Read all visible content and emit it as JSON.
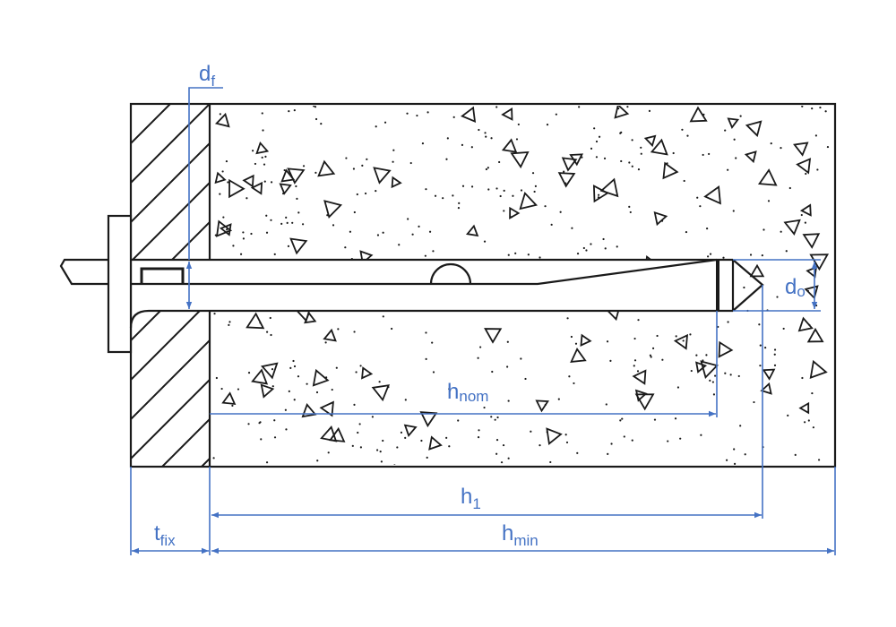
{
  "title": "Anchor installation diagram",
  "colors": {
    "dimension": "#4472c4",
    "outline": "#1a1a1a"
  },
  "labels": {
    "df": {
      "main": "d",
      "sub": "f"
    },
    "do": {
      "main": "d",
      "sub": "o"
    },
    "hnom": {
      "main": "h",
      "sub": "nom"
    },
    "h1": {
      "main": "h",
      "sub": "1"
    },
    "hmin": {
      "main": "h",
      "sub": "min"
    },
    "tfix": {
      "main": "t",
      "sub": "fix"
    }
  }
}
